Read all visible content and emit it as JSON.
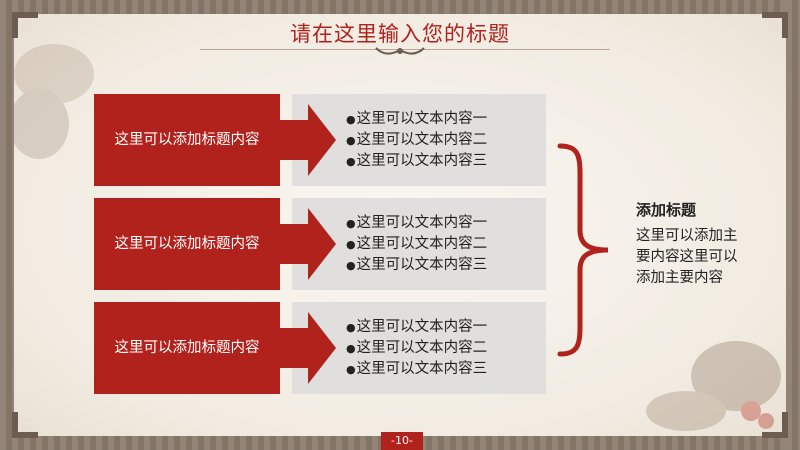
{
  "slide": {
    "title": "请在这里输入您的标题",
    "page_number": "-10-",
    "rows": [
      {
        "label": "这里可以添加标题内容",
        "items": [
          "这里可以文本内容一",
          "这里可以文本内容二",
          "这里可以文本内容三"
        ]
      },
      {
        "label": "这里可以添加标题内容",
        "items": [
          "这里可以文本内容一",
          "这里可以文本内容二",
          "这里可以文本内容三"
        ]
      },
      {
        "label": "这里可以添加标题内容",
        "items": [
          "这里可以文本内容一",
          "这里可以文本内容二",
          "这里可以文本内容三"
        ]
      }
    ],
    "summary": {
      "title": "添加标题",
      "text": "这里可以添加主要内容这里可以添加主要内容"
    }
  },
  "colors": {
    "accent": "#b2221c",
    "panel": "#e0dfdd",
    "text": "#222222"
  }
}
